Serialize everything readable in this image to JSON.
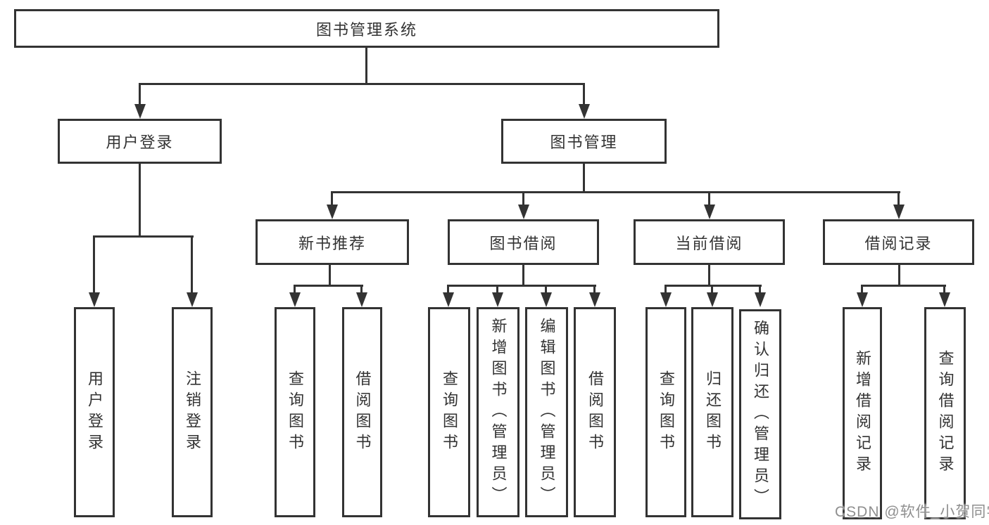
{
  "diagram": {
    "type": "hierarchy-flowchart",
    "root": {
      "label": "图书管理系统"
    },
    "branches": [
      {
        "label": "用户登录",
        "children": [
          {
            "label": "用户登录"
          },
          {
            "label": "注销登录"
          }
        ]
      },
      {
        "label": "图书管理",
        "groups": [
          {
            "label": "新书推荐",
            "children": [
              {
                "label": "查询图书"
              },
              {
                "label": "借阅图书"
              }
            ]
          },
          {
            "label": "图书借阅",
            "children": [
              {
                "label": "查询图书"
              },
              {
                "label": "新增图书（管理员）"
              },
              {
                "label": "编辑图书（管理员）"
              },
              {
                "label": "借阅图书"
              }
            ]
          },
          {
            "label": "当前借阅",
            "children": [
              {
                "label": "查询图书"
              },
              {
                "label": "归还图书"
              },
              {
                "label": "确认归还（管理员）"
              }
            ]
          },
          {
            "label": "借阅记录",
            "children": [
              {
                "label": "新增借阅记录"
              },
              {
                "label": "查询借阅记录"
              }
            ]
          }
        ]
      }
    ],
    "watermark": "CSDN @软件_小贺同学",
    "colors": {
      "line": "#333333",
      "text": "#333333",
      "background": "#ffffff",
      "watermark": "#8f8f8f"
    }
  }
}
